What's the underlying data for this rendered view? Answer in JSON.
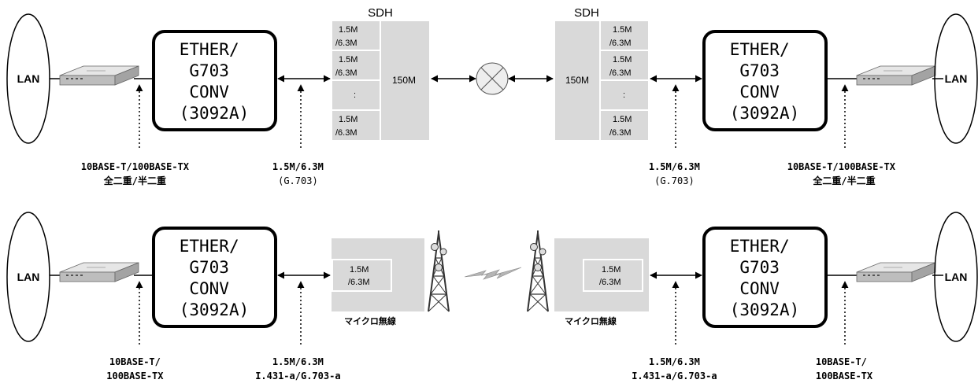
{
  "common": {
    "lan": "LAN",
    "converter": [
      "ETHER/",
      "G703",
      "CONV",
      "(3092A)"
    ]
  },
  "top": {
    "sdh_left": "SDH",
    "sdh_right": "SDH",
    "tribs": [
      [
        "1.5M",
        "/6.3M"
      ],
      [
        "1.5M",
        "/6.3M"
      ],
      ":",
      [
        "1.5M",
        "/6.3M"
      ]
    ],
    "aggregate": "150M",
    "ethernet_label": [
      "10BASE-T/100BASE-TX",
      "全二重/半二重"
    ],
    "g703_label": [
      "1.5M/6.3M",
      "(G.703)"
    ]
  },
  "bottom": {
    "trib": [
      "1.5M",
      "/6.3M"
    ],
    "microwave": "マイクロ無線",
    "ethernet_label": [
      "10BASE-T/",
      "100BASE-TX"
    ],
    "g703_label": [
      "1.5M/6.3M",
      "I.431-a/G.703-a"
    ]
  },
  "colors": {
    "sdh_fill": "#d9d9d9",
    "line": "#000000",
    "bolt": "#b5b5b5"
  }
}
